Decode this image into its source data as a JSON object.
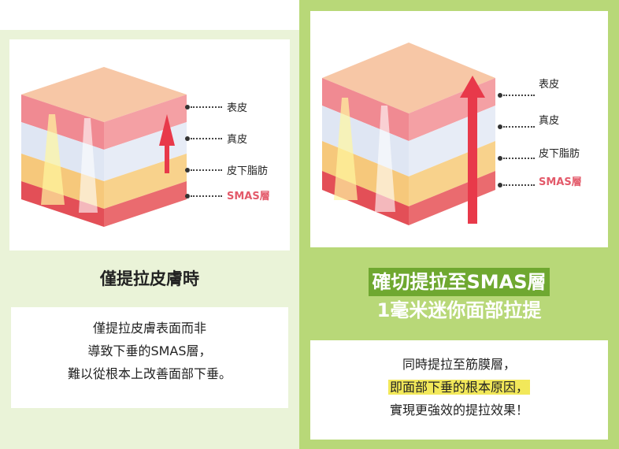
{
  "left": {
    "layers": [
      "表皮",
      "真皮",
      "皮下脂肪",
      "SMAS層"
    ],
    "heading": "僅提拉皮膚時",
    "desc_lines": [
      "僅提拉皮膚表面而非",
      "導致下垂的SMAS層，",
      "難以從根本上改善面部下垂。"
    ]
  },
  "right": {
    "layers": [
      "表皮",
      "真皮",
      "皮下脂肪",
      "SMAS層"
    ],
    "heading_lines": [
      "確切提拉至SMAS層",
      "1毫米迷你面部拉提"
    ],
    "desc_lines": [
      "同時提拉至筋膜層，",
      "即面部下垂的根本原因，",
      "實現更強效的提拉效果！"
    ]
  },
  "colors": {
    "left_bg": "#eaf3d8",
    "right_bg": "#b8d878",
    "accent_green": "#6fa830",
    "highlight_yellow": "#f2e85a",
    "smas_red": "#e35a6a"
  }
}
